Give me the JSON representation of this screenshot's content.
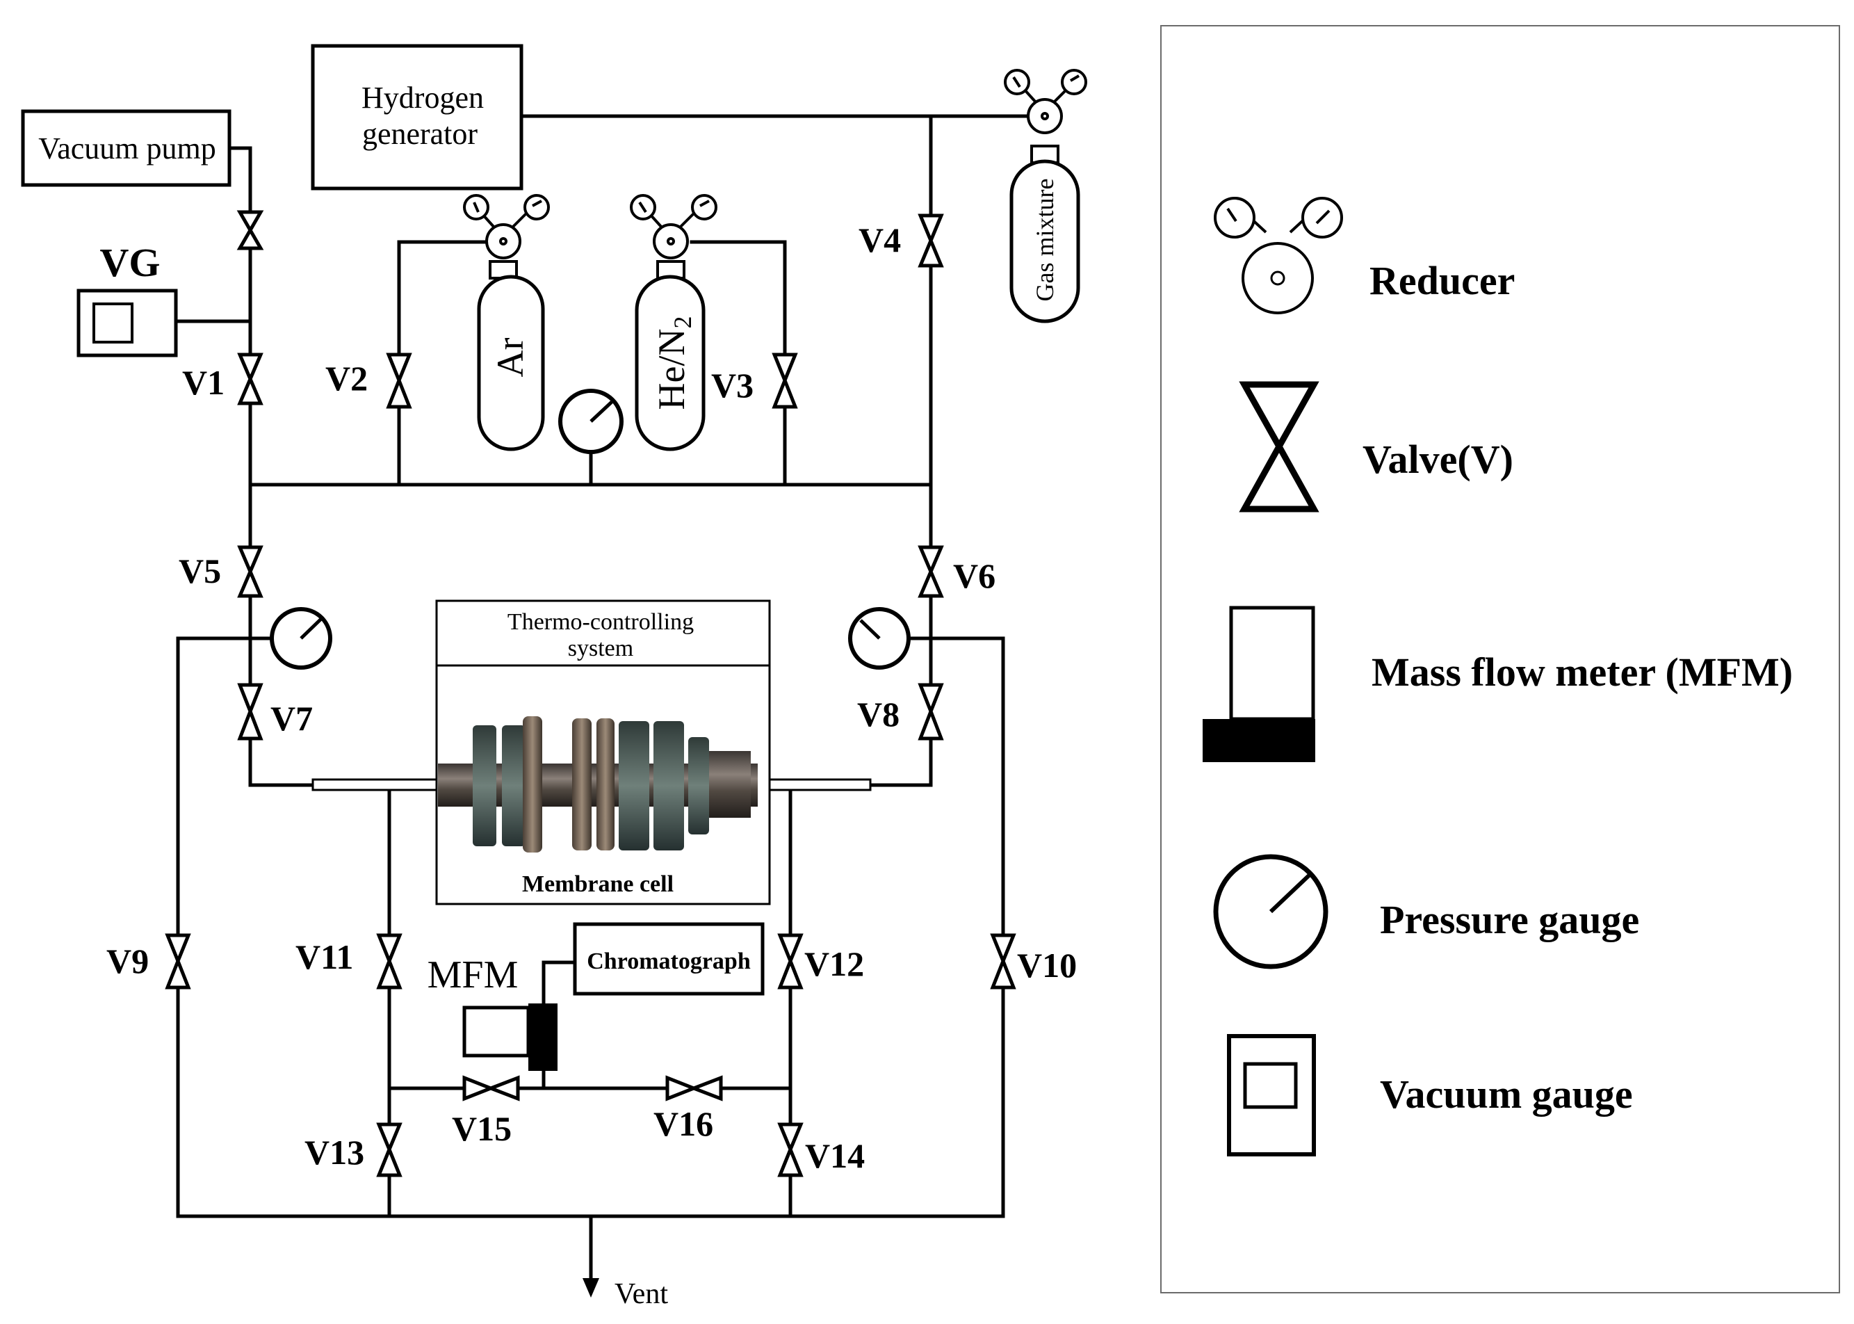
{
  "diagram": {
    "components": {
      "hydrogen_generator": [
        "Hydrogen",
        "generator"
      ],
      "vacuum_pump": "Vacuum pump",
      "vacuum_gauge": "VG",
      "cylinder_ar": "Ar",
      "cylinder_he_n2": "He/N",
      "cylinder_he_n2_subscript": "2",
      "cylinder_gas_mixture": "Gas mixture",
      "thermo_system": [
        "Thermo-controlling",
        "system"
      ],
      "membrane_cell": "Membrane cell",
      "chromatograph": "Chromatograph",
      "mfm": "MFM",
      "vent": "Vent"
    },
    "valves": [
      "V1",
      "V2",
      "V3",
      "V4",
      "V5",
      "V6",
      "V7",
      "V8",
      "V9",
      "V10",
      "V11",
      "V12",
      "V13",
      "V14",
      "V15",
      "V16"
    ]
  },
  "legend": {
    "reducer": "Reducer",
    "valve": "Valve(V)",
    "mfm": "Mass flow meter (MFM)",
    "pressure_gauge": "Pressure gauge",
    "vacuum_gauge": "Vacuum gauge"
  }
}
